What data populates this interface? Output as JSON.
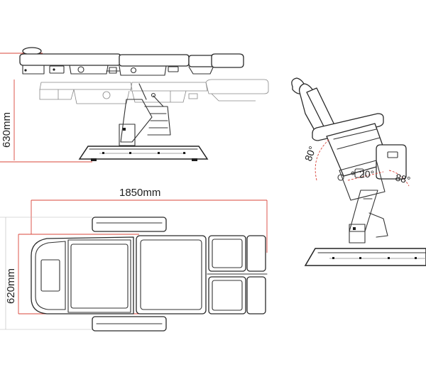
{
  "dimensions": {
    "height": "630mm",
    "length": "1850mm",
    "width": "620mm"
  },
  "angles": {
    "backrest": "80°",
    "seat": "20°",
    "legrest": "88°"
  },
  "colors": {
    "line": "#333333",
    "dimension_line": "#d9443a",
    "background": "#ffffff"
  }
}
